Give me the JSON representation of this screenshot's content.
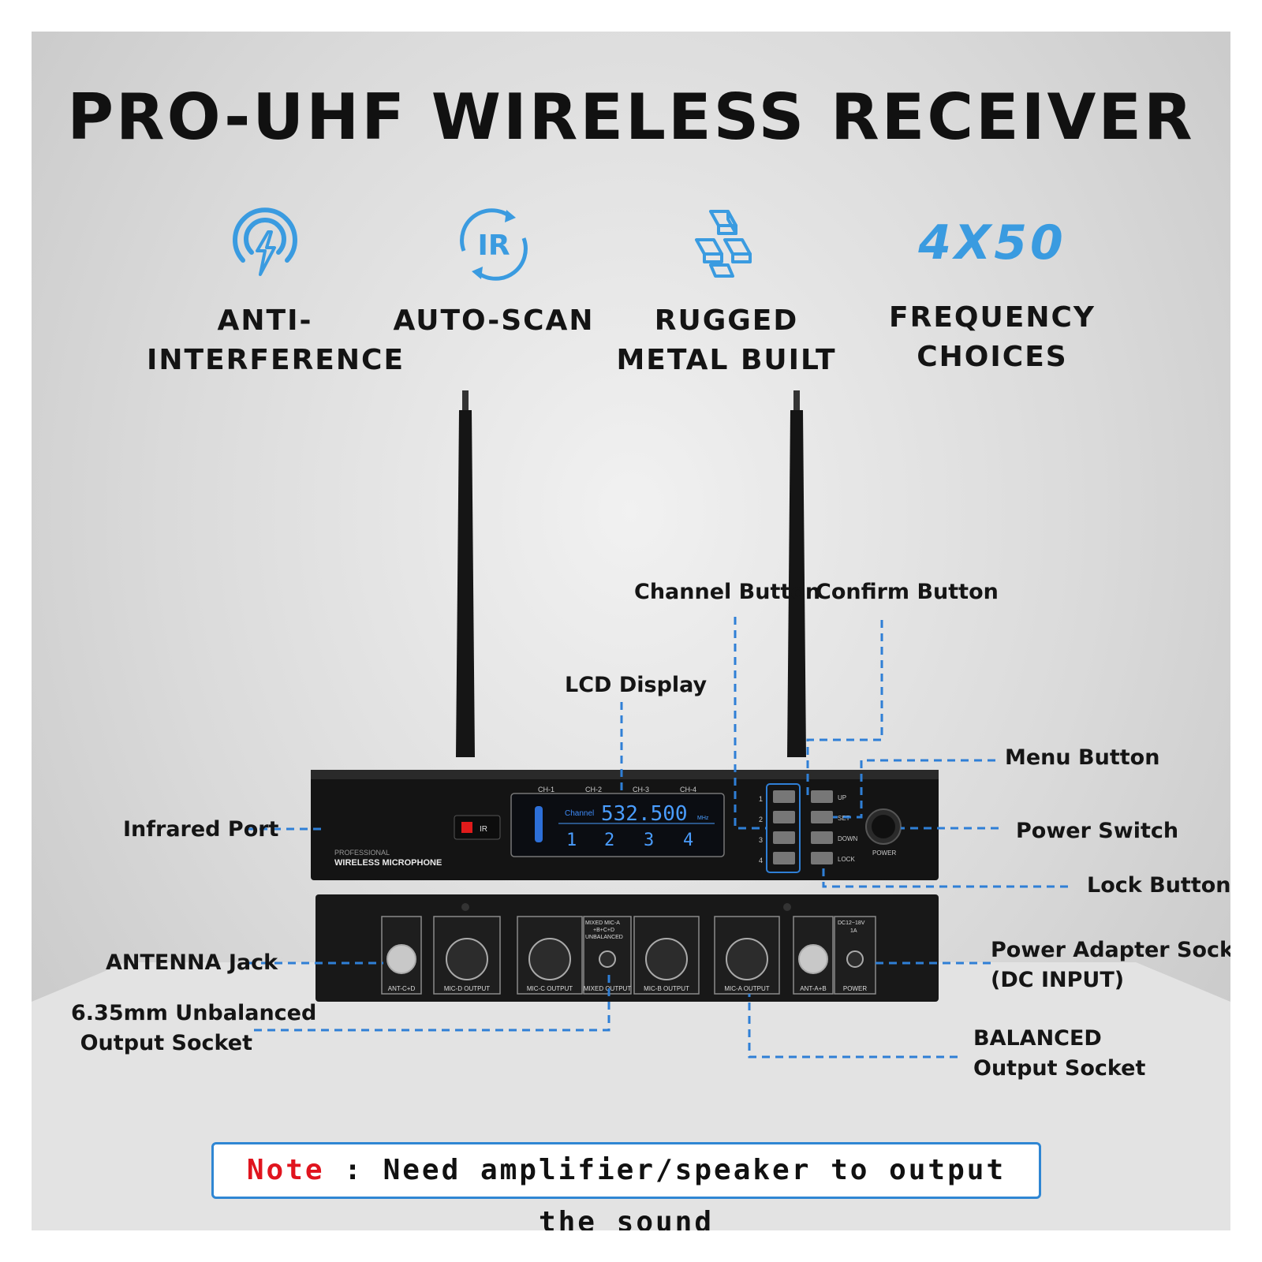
{
  "title": "PRO-UHF WIRELESS RECEIVER",
  "features": [
    {
      "icon": "anti-interference-icon",
      "line1": "ANTI-",
      "line2": "INTERFERENCE"
    },
    {
      "icon": "ir-scan-icon",
      "icon_text": "IR",
      "line1": "AUTO-SCAN",
      "line2": ""
    },
    {
      "icon": "metal-bars-icon",
      "line1": "RUGGED",
      "line2": "METAL BUILT"
    },
    {
      "big_text": "4X50",
      "line1": "FREQUENCY",
      "line2": "CHOICES"
    }
  ],
  "callouts": {
    "channel_button": "Channel Button",
    "confirm_button": "Confirm Button",
    "lcd_display": "LCD Display",
    "menu_button": "Menu Button",
    "infrared_port": "Infrared Port",
    "power_switch": "Power Switch",
    "lock_button": "Lock Button",
    "antenna_jack": "ANTENNA Jack",
    "power_adapter_line1": "Power Adapter Socket",
    "power_adapter_line2": "(DC INPUT)",
    "unbalanced_line1": "6.35mm Unbalanced",
    "unbalanced_line2": "Output Socket",
    "balanced_line1": "BALANCED",
    "balanced_line2": "Output Socket"
  },
  "receiver": {
    "brand_small": "PROFESSIONAL",
    "brand": "WIRELESS MICROPHONE",
    "ir_label": "IR",
    "channels": [
      "CH-1",
      "CH-2",
      "CH-3",
      "CH-4"
    ],
    "lcd_channel_label": "Channel",
    "lcd_frequency": "532.500",
    "lcd_unit": "MHz",
    "lcd_digits": [
      "1",
      "2",
      "3",
      "4"
    ],
    "button_numbers": [
      "1",
      "2",
      "3",
      "4"
    ],
    "button_labels": [
      "UP",
      "SET",
      "DOWN",
      "LOCK"
    ],
    "power_label": "POWER"
  },
  "rear_panel": {
    "ports": [
      "ANT-C+D",
      "MIC-D OUTPUT",
      "MIC-C OUTPUT",
      "MIXED OUTPUT",
      "MIC-B OUTPUT",
      "MIC-A OUTPUT",
      "ANT-A+B",
      "POWER"
    ],
    "mixed_label_1": "MIXED MIC-A",
    "mixed_label_2": "+B+C+D",
    "mixed_label_3": "UNBALANCED",
    "dc_label_1": "DC12~18V",
    "dc_label_2": "1A"
  },
  "note": {
    "word": "Note",
    "text": " : Need amplifier/speaker to output the sound"
  },
  "colors": {
    "accent_blue": "#3a9be0",
    "callout_line": "#2f7fd6",
    "note_red": "#e0141e",
    "device_black": "#141414"
  }
}
